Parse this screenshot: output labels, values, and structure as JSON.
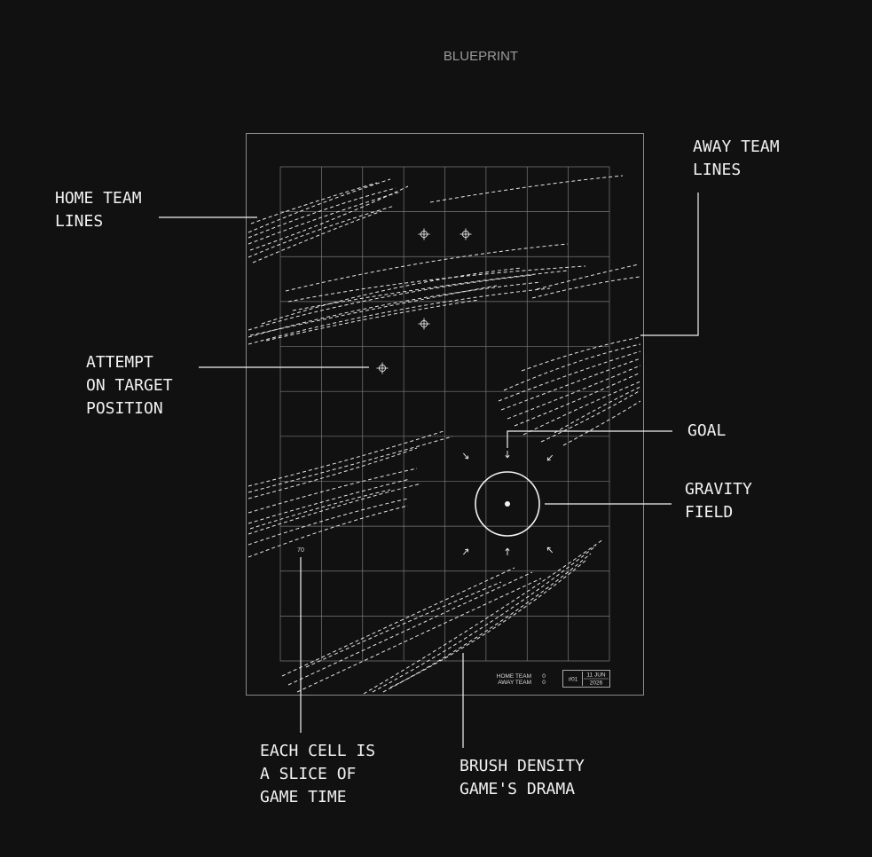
{
  "title": "BLUEPRINT",
  "colors": {
    "background": "#111111",
    "ink": "#f2f2f2",
    "grid": "#8a8a8a",
    "title": "#9a9a9a"
  },
  "annotations": {
    "home_team_lines": [
      "HOME TEAM",
      "LINES"
    ],
    "away_team_lines": [
      "AWAY TEAM",
      "LINES"
    ],
    "attempt_on_target": [
      "ATTEMPT",
      "ON TARGET",
      "POSITION"
    ],
    "goal": [
      "GOAL"
    ],
    "gravity_field": [
      "GRAVITY",
      "FIELD"
    ],
    "cell_slice": [
      "EACH CELL IS",
      "A SLICE OF",
      "GAME TIME"
    ],
    "brush_density": [
      "BRUSH DENSITY",
      "GAME'S DRAMA"
    ]
  },
  "poster": {
    "grid_columns": 8,
    "grid_rows": 11,
    "minute_label": "70",
    "home_team_label": "HOME TEAM",
    "away_team_label": "AWAY TEAM",
    "home_score": "0",
    "away_score": "0",
    "match_number": "#01",
    "date_day_month": "11 JUN",
    "date_year": "2026"
  }
}
